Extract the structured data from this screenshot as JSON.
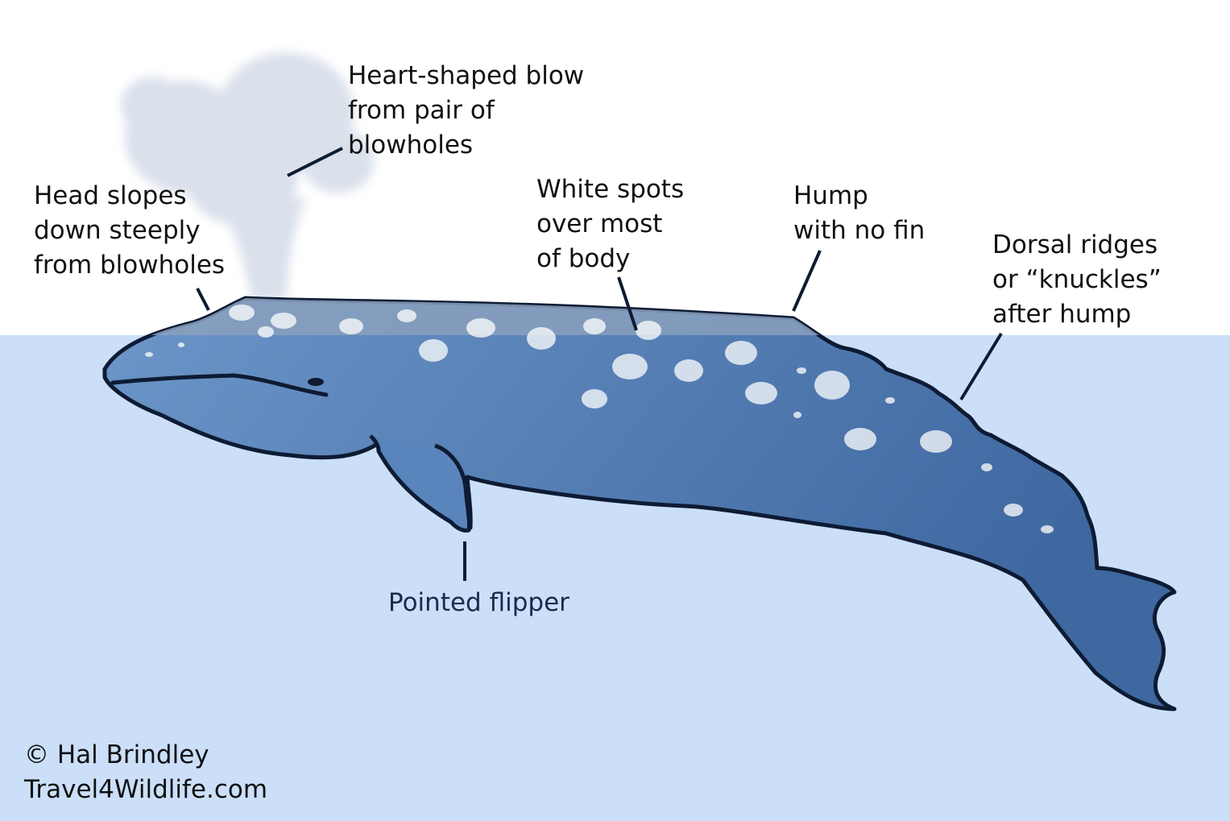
{
  "colors": {
    "sky": "#ffffff",
    "water": "#cbdff9",
    "whale_light": "#6c96c8",
    "whale_dark": "#3f67a0",
    "whale_above_water": "#8aa0bd",
    "outline": "#0d1b33",
    "spots": "#ffffff",
    "blow": "#d4dce8",
    "text": "#111111",
    "text_underwater": "#1a2a4c"
  },
  "annotations": {
    "blow": {
      "lines": [
        "Heart-shaped blow",
        "from pair of",
        "blowholes"
      ]
    },
    "head": {
      "lines": [
        "Head slopes",
        "down steeply",
        "from blowholes"
      ]
    },
    "spots": {
      "lines": [
        "White spots",
        "over most",
        "of body"
      ]
    },
    "hump": {
      "lines": [
        "Hump",
        "with no fin"
      ]
    },
    "knuckles": {
      "lines": [
        "Dorsal ridges",
        "or “knuckles”",
        "after hump"
      ]
    },
    "flipper": {
      "lines": [
        "Pointed flipper"
      ]
    }
  },
  "credit": {
    "line1": "© Hal Brindley",
    "line2": "Travel4Wildlife.com"
  }
}
